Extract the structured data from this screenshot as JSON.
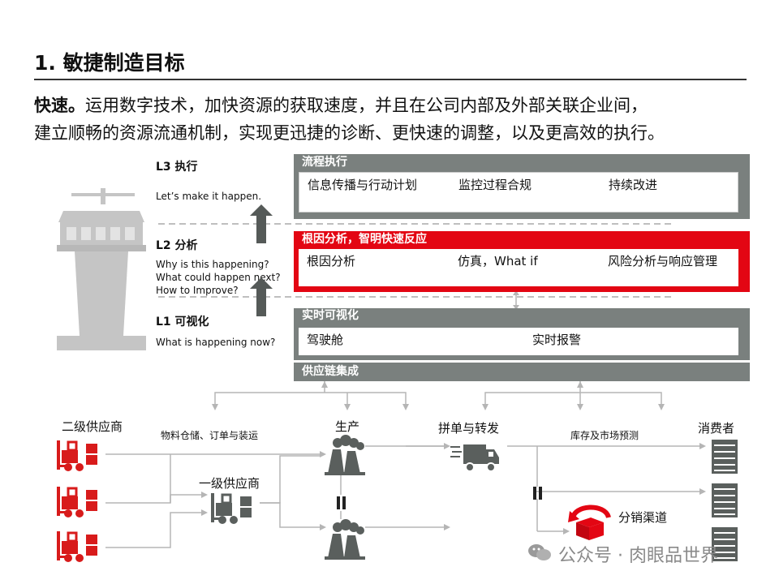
{
  "title": "1. 敏捷制造目标",
  "intro": {
    "lead": "快速。",
    "line1": "运用数字技术，加快资源的获取速度，并且在公司内部及外部关联企业间，",
    "line2": "建立顺畅的资源流通机制，实现更迅捷的诊断、更快速的调整，以及更高效的执行。"
  },
  "levels": {
    "l3": {
      "title": "L3 执行",
      "sub": [
        "Let’s make it happen."
      ]
    },
    "l2": {
      "title": "L2 分析",
      "sub": [
        "Why is this happening?",
        "What could happen next?",
        "How to Improve?"
      ]
    },
    "l1": {
      "title": "L1 可视化",
      "sub": [
        "What is happening now?"
      ]
    }
  },
  "panels": {
    "execution": {
      "header": "流程执行",
      "items": [
        "信息传播与行动计划",
        "监控过程合规",
        "持续改进"
      ]
    },
    "analysis": {
      "header": "根因分析，智明快速反应",
      "items": [
        "根因分析",
        "仿真，What if",
        "风险分析与响应管理"
      ]
    },
    "visibility": {
      "header": "实时可视化",
      "items": [
        "驾驶舱",
        "实时报警"
      ]
    },
    "integration": {
      "header": "供应链集成"
    }
  },
  "flow": {
    "tier2_supplier": "二级供应商",
    "tier1_supplier": "一级供应商",
    "production": "生产",
    "consolidation": "拼单与转发",
    "consumer": "消费者",
    "distribution": "分销渠道",
    "link_materials": "物料仓储、订单与装运",
    "link_forecast": "库存及市场预测"
  },
  "watermark": "公众号 · 肉眼品世界",
  "colors": {
    "gray": "#7a807e",
    "red": "#e30613",
    "dark": "#555a58",
    "line": "#b5b5b5"
  }
}
